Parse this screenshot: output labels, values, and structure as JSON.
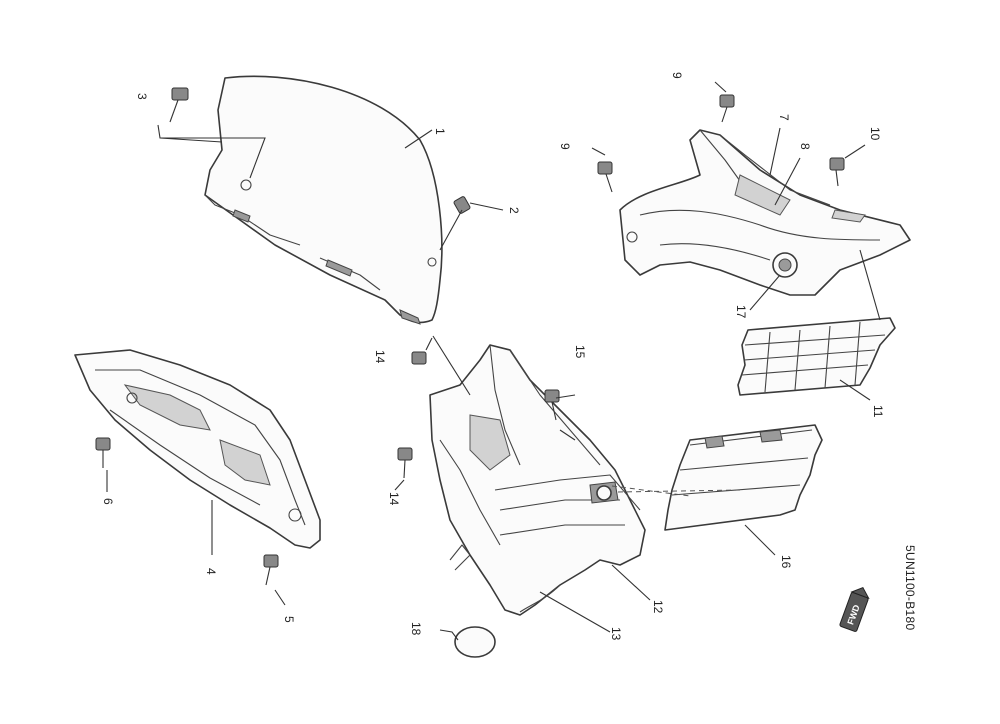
{
  "diagram": {
    "drawing_code": "5UN1100-B180",
    "fwd_label": "FWD",
    "callouts": [
      {
        "id": "c1",
        "label": "1"
      },
      {
        "id": "c2",
        "label": "2"
      },
      {
        "id": "c3",
        "label": "3"
      },
      {
        "id": "c4",
        "label": "4"
      },
      {
        "id": "c5",
        "label": "5"
      },
      {
        "id": "c6",
        "label": "6"
      },
      {
        "id": "c7",
        "label": "7"
      },
      {
        "id": "c8",
        "label": "8"
      },
      {
        "id": "c9a",
        "label": "9"
      },
      {
        "id": "c9b",
        "label": "9"
      },
      {
        "id": "c10",
        "label": "10"
      },
      {
        "id": "c11",
        "label": "11"
      },
      {
        "id": "c12",
        "label": "12"
      },
      {
        "id": "c13",
        "label": "13"
      },
      {
        "id": "c14a",
        "label": "14"
      },
      {
        "id": "c14b",
        "label": "14"
      },
      {
        "id": "c15",
        "label": "15"
      },
      {
        "id": "c16",
        "label": "16"
      },
      {
        "id": "c17",
        "label": "17"
      },
      {
        "id": "c18",
        "label": "18"
      }
    ]
  }
}
